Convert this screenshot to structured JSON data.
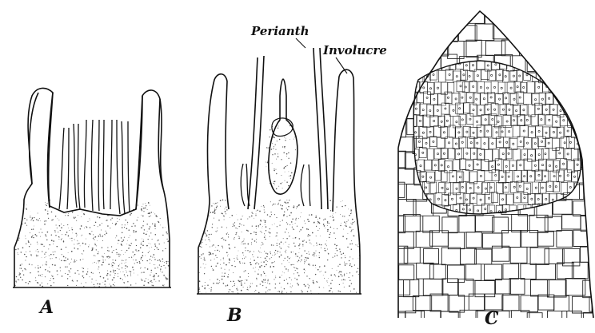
{
  "figure": {
    "panels": [
      {
        "id": "A",
        "label": "A"
      },
      {
        "id": "B",
        "label": "B"
      },
      {
        "id": "C",
        "label": "C"
      }
    ],
    "annotations": {
      "perianth": "Perianth",
      "involucre": "Involucre"
    }
  },
  "colors": {
    "ink": "#111111",
    "paper": "#ffffff",
    "stipple": "#555555"
  }
}
